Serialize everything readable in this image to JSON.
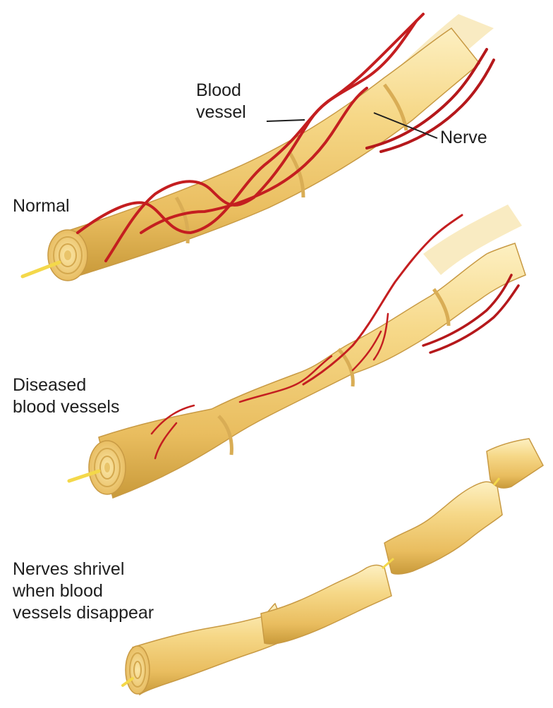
{
  "labels": {
    "normal": "Normal",
    "blood_vessel": "Blood\nvessel",
    "nerve": "Nerve",
    "diseased": "Diseased\nblood vessels",
    "shrivel": "Nerves shrivel\nwhen blood\nvessels disappear"
  },
  "colors": {
    "nerve_light": "#fbe7a6",
    "nerve_mid": "#f0c766",
    "nerve_dark": "#c99a3a",
    "vessel_red": "#c41e20",
    "vessel_dark": "#7e0d10",
    "axon": "#f4d84a",
    "text": "#1e1e1e"
  },
  "panels": [
    "normal",
    "diseased",
    "shriveled"
  ]
}
